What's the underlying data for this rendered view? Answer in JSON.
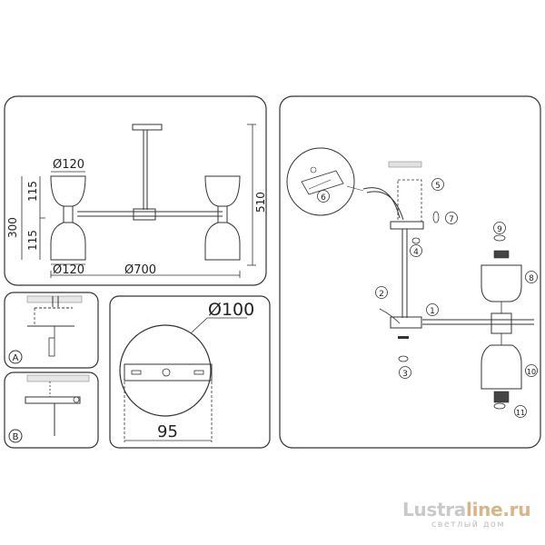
{
  "panel_main": {
    "dim_shade_top_diameter": "Ø120",
    "dim_shade_bottom_diameter": "Ø120",
    "dim_span": "Ø700",
    "dim_upper_shade": "115",
    "dim_lower_shade": "115",
    "dim_fixture_height": "300",
    "dim_total_height": "510"
  },
  "panel_a": {
    "label": "A"
  },
  "panel_b": {
    "label": "B"
  },
  "panel_canopy": {
    "dim_diameter": "Ø100",
    "dim_width": "95"
  },
  "panel_assembly": {
    "callouts": [
      "1",
      "2",
      "3",
      "4",
      "5",
      "6",
      "7",
      "8",
      "9",
      "10",
      "11"
    ]
  },
  "watermark": {
    "brand_part1": "Lustra",
    "brand_part2": "line.ru",
    "tagline": "светлый дом"
  }
}
